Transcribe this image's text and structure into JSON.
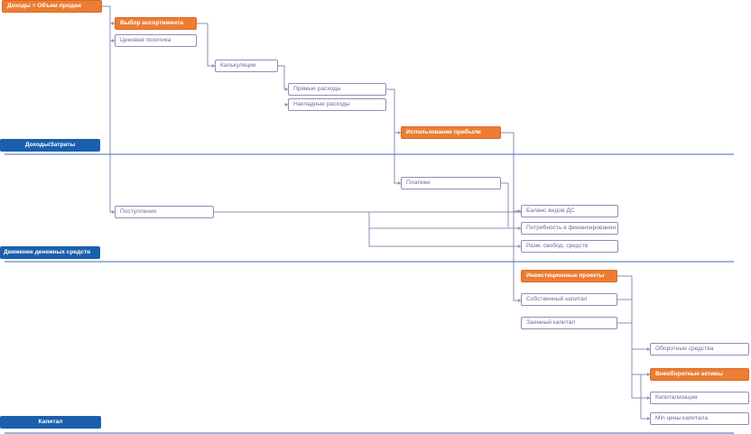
{
  "sections": {
    "income_costs": "Доходы/Затраты",
    "cash_flow": "Движение денежных средств",
    "capital": "Капитал"
  },
  "nodes": {
    "revenue": "Доходы = Объем продаж",
    "assortment": "Выбор ассортимента",
    "price_policy": "Ценовая политика",
    "costing": "Калькуляции",
    "direct_costs": "Прямые расходы",
    "overhead": "Накладные расходы",
    "profit_use": "Использование прибыли",
    "payments": "Платежи",
    "receipts": "Поступления",
    "cash_balance": "Баланс видов ДС",
    "financing_need": "Потребность в финансировании",
    "free_funds": "Разм. свобод. средств",
    "investment_projects": "Инвестиционные  проекты",
    "equity": "Собственный капитал",
    "debt": "Заемный капитал",
    "working_capital": "Оборотные средства",
    "fixed_assets": "Внеоборотные активы",
    "capitalization": "Капитализация",
    "min_capital_price": "Min цены капитала"
  },
  "colors": {
    "section": "#1a5fae",
    "highlight": "#ec7d32",
    "connector": "#8d8fb6",
    "divider": "#3a6db5"
  }
}
